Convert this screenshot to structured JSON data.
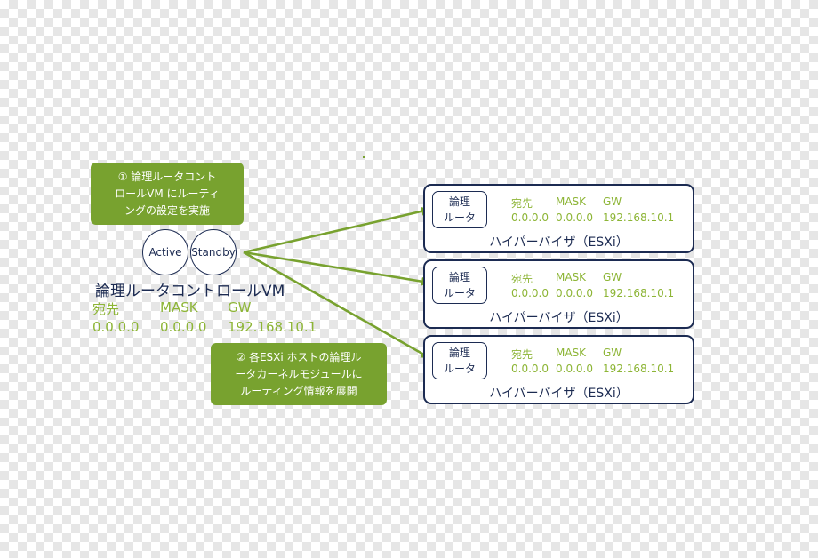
{
  "callout1": {
    "lines": [
      "① 論理ルータコント",
      "ロールVM にルーティ",
      "ングの設定を実施"
    ]
  },
  "callout2": {
    "lines": [
      "② 各ESXi ホストの論理ル",
      "ータカーネルモジュールに",
      "ルーティング情報を展開"
    ]
  },
  "nodes": {
    "active": "Active",
    "standby": "Standby"
  },
  "control_vm": {
    "title": "論理ルータコントロールVM",
    "headers": [
      "宛先",
      "MASK",
      "GW"
    ],
    "values": [
      "0.0.0.0",
      "0.0.0.0",
      "192.168.10.1"
    ]
  },
  "hosts": [
    {
      "router_lines": [
        "論理",
        "ルータ"
      ],
      "headers": [
        "宛先",
        "MASK",
        "GW"
      ],
      "values": [
        "0.0.0.0",
        "0.0.0.0",
        "192.168.10.1"
      ],
      "label": "ハイパーバイザ（ESXi）"
    },
    {
      "router_lines": [
        "論理",
        "ルータ"
      ],
      "headers": [
        "宛先",
        "MASK",
        "GW"
      ],
      "values": [
        "0.0.0.0",
        "0.0.0.0",
        "192.168.10.1"
      ],
      "label": "ハイパーバイザ（ESXi）"
    },
    {
      "router_lines": [
        "論理",
        "ルータ"
      ],
      "headers": [
        "宛先",
        "MASK",
        "GW"
      ],
      "values": [
        "0.0.0.0",
        "0.0.0.0",
        "192.168.10.1"
      ],
      "label": "ハイパーバイザ（ESXi）"
    }
  ],
  "colors": {
    "green": "#78a22f",
    "light_green": "#8db536",
    "navy": "#1c2b52"
  }
}
